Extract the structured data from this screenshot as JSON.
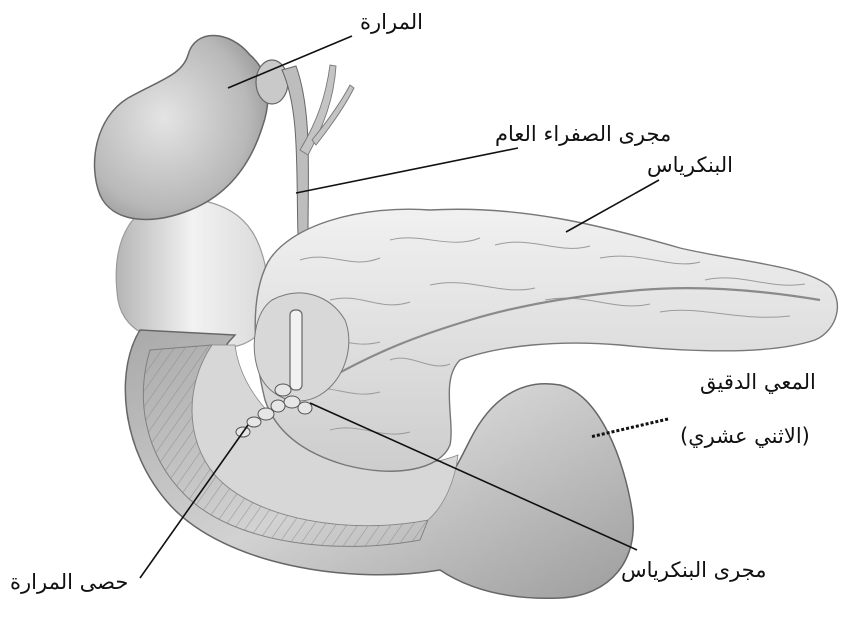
{
  "labels": {
    "gallbladder": "المرارة",
    "common_bile_duct": "مجرى الصفراء العام",
    "pancreas": "البنكرياس",
    "small_intestine_line1": "المعي الدقيق",
    "small_intestine_line2": "(الاثني عشري)",
    "pancreatic_duct": "مجرى البنكرياس",
    "gallstones": "حصى المرارة"
  },
  "colors": {
    "background": "#ffffff",
    "tissue_light": "#eeeeee",
    "tissue_mid": "#cfcfcf",
    "tissue_dark": "#8a8a8a",
    "outline": "#555555",
    "leader": "#111111"
  }
}
